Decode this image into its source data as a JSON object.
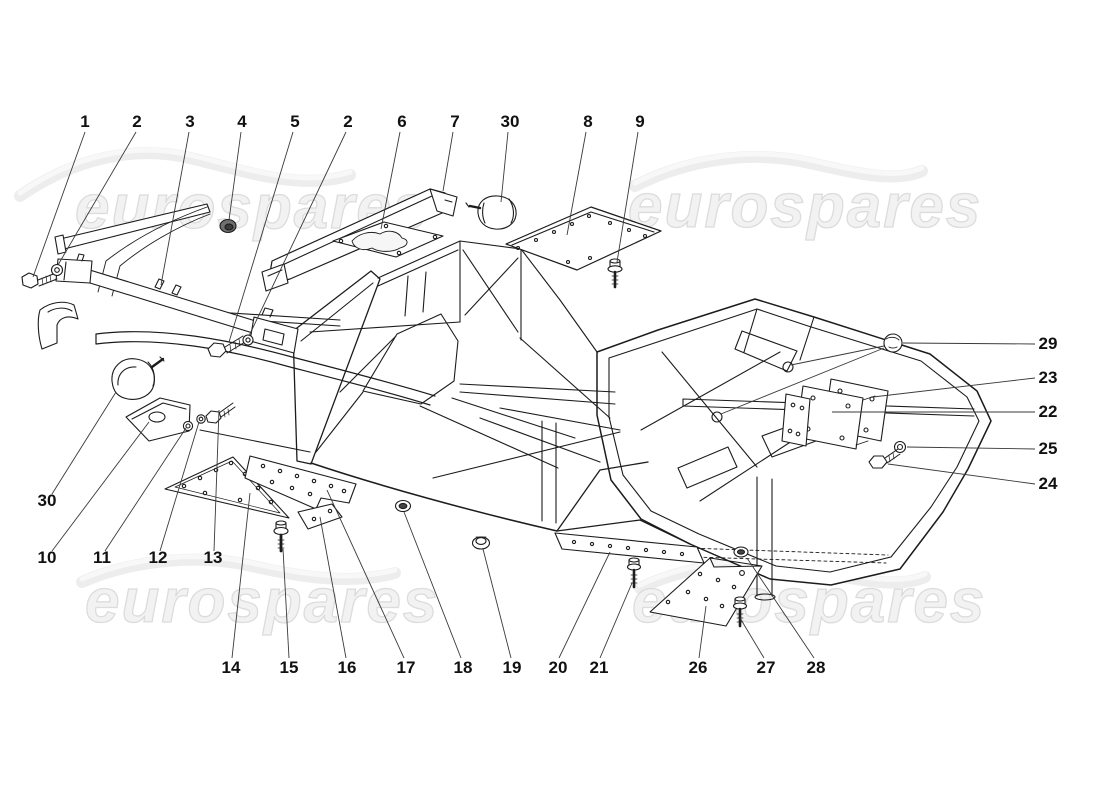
{
  "diagram": {
    "watermark_text": "eurospares",
    "background_color": "#ffffff",
    "line_color": "#1c1c1c",
    "watermark_color": "#ededed",
    "type": "exploded-parts-diagram",
    "subject": "chassis frame elements"
  },
  "callouts": {
    "top": [
      "1",
      "2",
      "3",
      "4",
      "5",
      "2",
      "6",
      "7",
      "30",
      "8",
      "9"
    ],
    "right": [
      "29",
      "23",
      "22",
      "25",
      "24"
    ],
    "left": [
      "30",
      "10",
      "11",
      "12",
      "13"
    ],
    "bottom": [
      "14",
      "15",
      "16",
      "17",
      "18",
      "19",
      "20",
      "21",
      "26",
      "27",
      "28"
    ]
  }
}
